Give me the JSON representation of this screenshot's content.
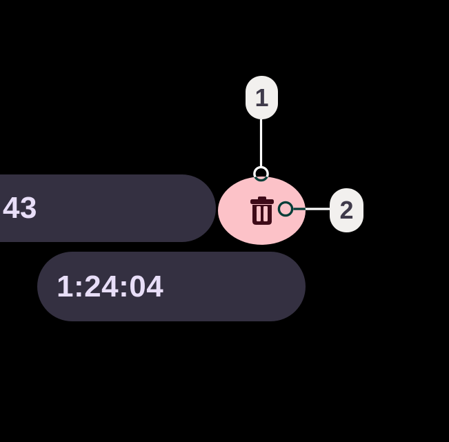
{
  "context": "timer-app-annotated-detail",
  "timer": {
    "elapsed_visible": "43",
    "remaining": "1:24:04"
  },
  "delete_button": {
    "icon": "trash-icon"
  },
  "callouts": [
    {
      "label": "1",
      "target": "delete-button"
    },
    {
      "label": "2",
      "target": "trash-icon"
    }
  ],
  "colors": {
    "background": "#000000",
    "pill": "#343041",
    "pill_text": "#e8def8",
    "delete_button": "#fcc2c8",
    "delete_icon": "#3e0a18",
    "badge": "#f2f0ee",
    "badge_text": "#3f3a4a",
    "leader_line": "#ffffff"
  }
}
